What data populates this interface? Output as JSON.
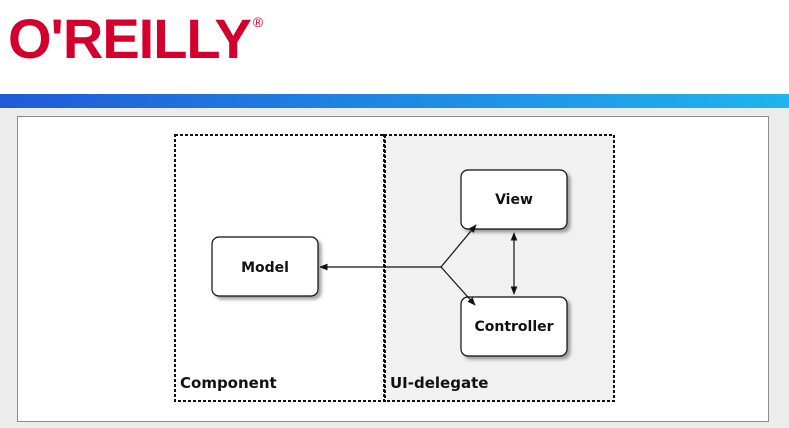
{
  "header": {
    "logo_text": "O'REILLY",
    "logo_reg": "®"
  },
  "colors": {
    "brand_red": "#d3002d",
    "bar_start": "#1f5bd6",
    "bar_end": "#20b4ee"
  },
  "diagram": {
    "component_label": "Component",
    "ui_delegate_label": "UI-delegate",
    "model_label": "Model",
    "view_label": "View",
    "controller_label": "Controller"
  }
}
